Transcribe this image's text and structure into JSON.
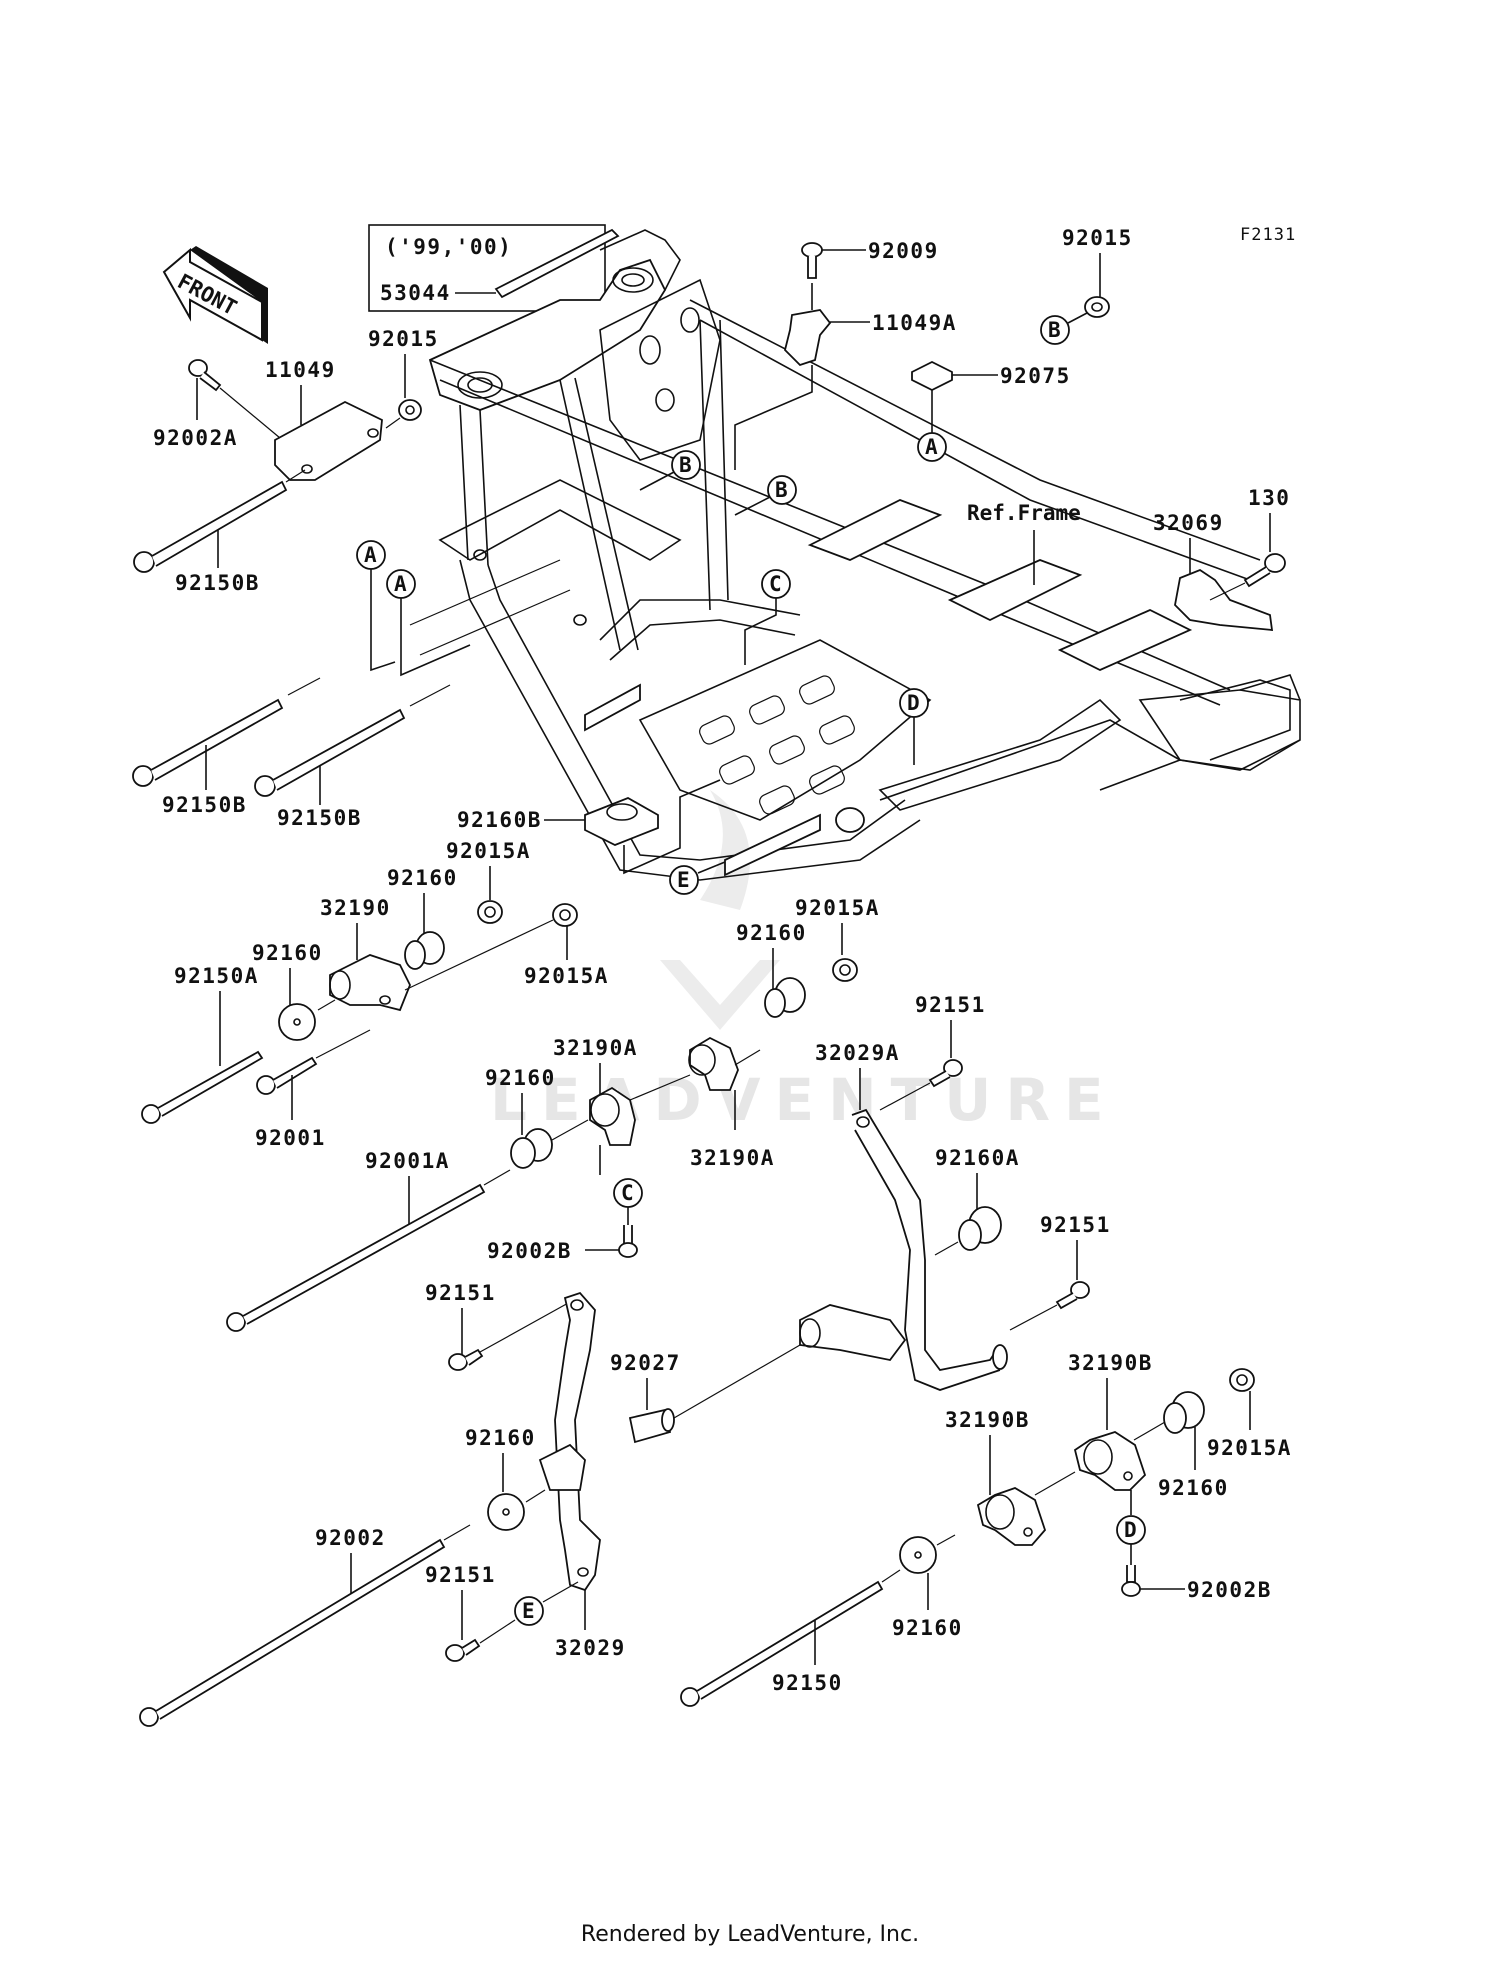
{
  "diagram": {
    "figure_code": "F2131",
    "front_arrow_label": "FRONT",
    "variant_box_label": "('99,'00)",
    "ref_frame_label": "Ref.Frame",
    "watermark": "LEADVENTURE",
    "callouts": {
      "p53044": "53044",
      "p92009": "92009",
      "p11049A": "11049A",
      "p92015_top": "92015",
      "p92075": "92075",
      "p92015_left": "92015",
      "p11049": "11049",
      "p92002A": "92002A",
      "p92150B_1": "92150B",
      "p92150B_2": "92150B",
      "p92150B_3": "92150B",
      "p32069": "32069",
      "p130": "130",
      "p92160B": "92160B",
      "p92015A_1": "92015A",
      "p92160_1": "92160",
      "p32190": "32190",
      "p92160_2": "92160",
      "p92150A": "92150A",
      "p92015A_2": "92015A",
      "p92001": "92001",
      "p92015A_3": "92015A",
      "p92160_3": "92160",
      "p32190A_1": "32190A",
      "p92160_4": "92160",
      "p32190A_2": "32190A",
      "p92001A": "92001A",
      "p92002B_1": "92002B",
      "p92151_1": "92151",
      "p32029A": "32029A",
      "p92160A": "92160A",
      "p92151_2": "92151",
      "p92151_3": "92151",
      "p92027": "92027",
      "p32190B_1": "32190B",
      "p92015A_4": "92015A",
      "p92160_5": "92160",
      "p92160_6": "92160",
      "p32190B_2": "32190B",
      "p92002B_2": "92002B",
      "p92002": "92002",
      "p92151_4": "92151",
      "p32029": "32029",
      "p92160_7": "92160",
      "p92150": "92150"
    },
    "ref_markers": {
      "A1": "A",
      "A2": "A",
      "A3": "A",
      "B1": "B",
      "B2": "B",
      "B3": "B",
      "C1": "C",
      "C2": "C",
      "D1": "D",
      "D2": "D",
      "E1": "E",
      "E2": "E"
    }
  },
  "footer": {
    "text": "Rendered by LeadVenture, Inc."
  }
}
